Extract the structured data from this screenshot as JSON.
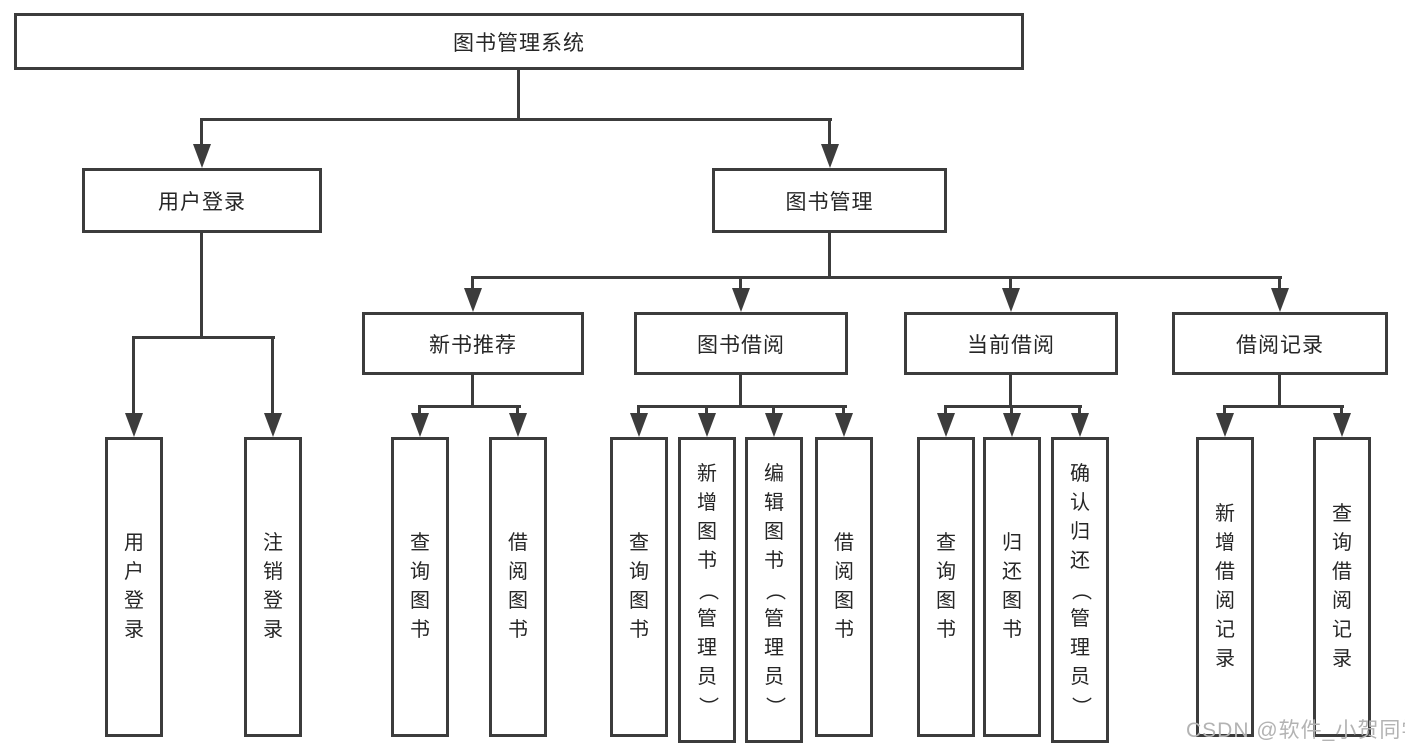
{
  "tree": {
    "root": {
      "label": "图书管理系统"
    },
    "branches": [
      {
        "label": "用户登录",
        "children": [
          {
            "label": "用户登录"
          },
          {
            "label": "注销登录"
          }
        ]
      },
      {
        "label": "图书管理",
        "children": [
          {
            "label": "新书推荐",
            "children": [
              {
                "label": "查询图书"
              },
              {
                "label": "借阅图书"
              }
            ]
          },
          {
            "label": "图书借阅",
            "children": [
              {
                "label": "查询图书"
              },
              {
                "label": "新增图书（管理员）"
              },
              {
                "label": "编辑图书（管理员）"
              },
              {
                "label": "借阅图书"
              }
            ]
          },
          {
            "label": "当前借阅",
            "children": [
              {
                "label": "查询图书"
              },
              {
                "label": "归还图书"
              },
              {
                "label": "确认归还（管理员）"
              }
            ]
          },
          {
            "label": "借阅记录",
            "children": [
              {
                "label": "新增借阅记录"
              },
              {
                "label": "查询借阅记录"
              }
            ]
          }
        ]
      }
    ]
  },
  "watermark": {
    "text": "CSDN @软件_小贺同学"
  },
  "colors": {
    "stroke": "#3c3c3c",
    "text": "#262626",
    "watermark": "#b3b3b3",
    "background": "#ffffff"
  }
}
